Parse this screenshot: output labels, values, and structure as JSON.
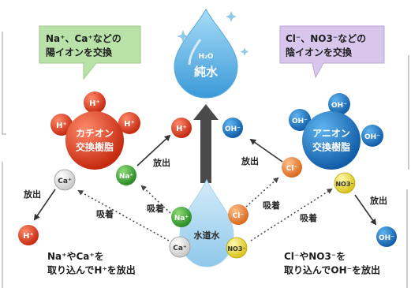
{
  "bubbles": {
    "left": "Na⁺、Ca⁺などの\n陽イオンを交換",
    "right": "Cl⁻、NO3⁻などの\n陰イオンを交換"
  },
  "center": {
    "formula": "H₂O",
    "name": "純水",
    "source": "水道水"
  },
  "resins": {
    "cation": "カチオン\n交換樹脂",
    "anion": "アニオン\n交換樹脂"
  },
  "ions": {
    "h": "H⁺",
    "na": "Na⁺",
    "ca": "Ca⁺",
    "oh": "OH⁻",
    "cl": "Cl⁻",
    "no3": "NO3⁻"
  },
  "labels": {
    "release": "放出",
    "adsorb": "吸着"
  },
  "captions": {
    "left": "Na⁺やCa⁺を\n取り込んでH⁺を放出",
    "right": "Cl⁻やNO3⁻を\n取り込んでOH⁻を放出"
  },
  "colors": {
    "cation_resin": "#e03a1e",
    "anion_resin": "#1a7fd0",
    "h_ion": "#e53a22",
    "oh_ion": "#1d6fc0",
    "na_ion": "#3fae3a",
    "ca_ion": "#f2f2f2",
    "cl_ion": "#f08a3a",
    "no3_ion": "#f0e23a",
    "bubble_left": "#b9e2a8",
    "bubble_right": "#d8c6ec",
    "water_drop": "#66b8ea"
  }
}
